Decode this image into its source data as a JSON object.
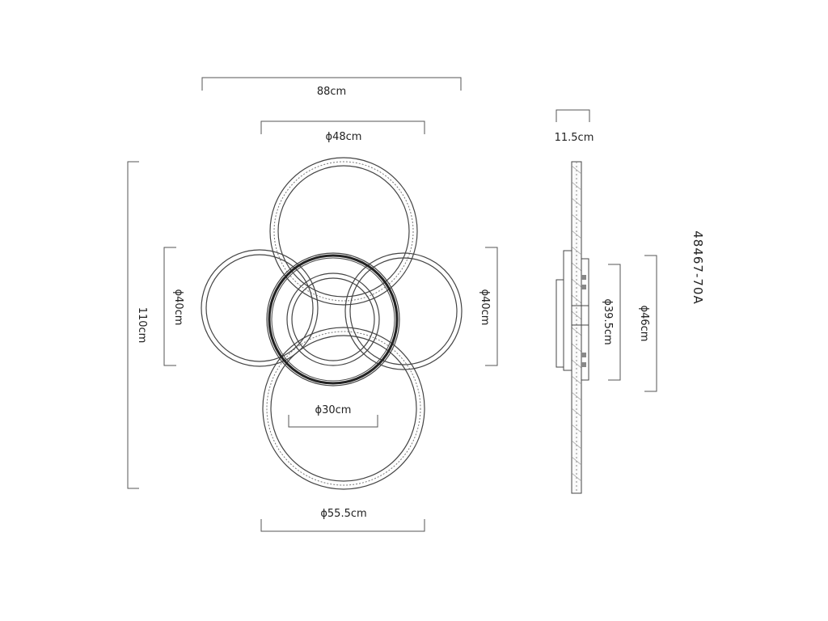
{
  "dimensions": {
    "overall_width": "88cm",
    "top_ring_diameter": "ϕ48cm",
    "depth": "11.5cm",
    "overall_height": "110cm",
    "left_ring_diameter": "ϕ40cm",
    "right_ring_diameter": "ϕ40cm",
    "center_ring_diameter": "ϕ30cm",
    "bottom_ring_diameter": "ϕ55.5cm",
    "side_inner_diameter": "ϕ39.5cm",
    "side_outer_diameter": "ϕ46cm"
  },
  "model_number": "48467-70A",
  "colors": {
    "line": "#444444",
    "background": "#ffffff"
  }
}
